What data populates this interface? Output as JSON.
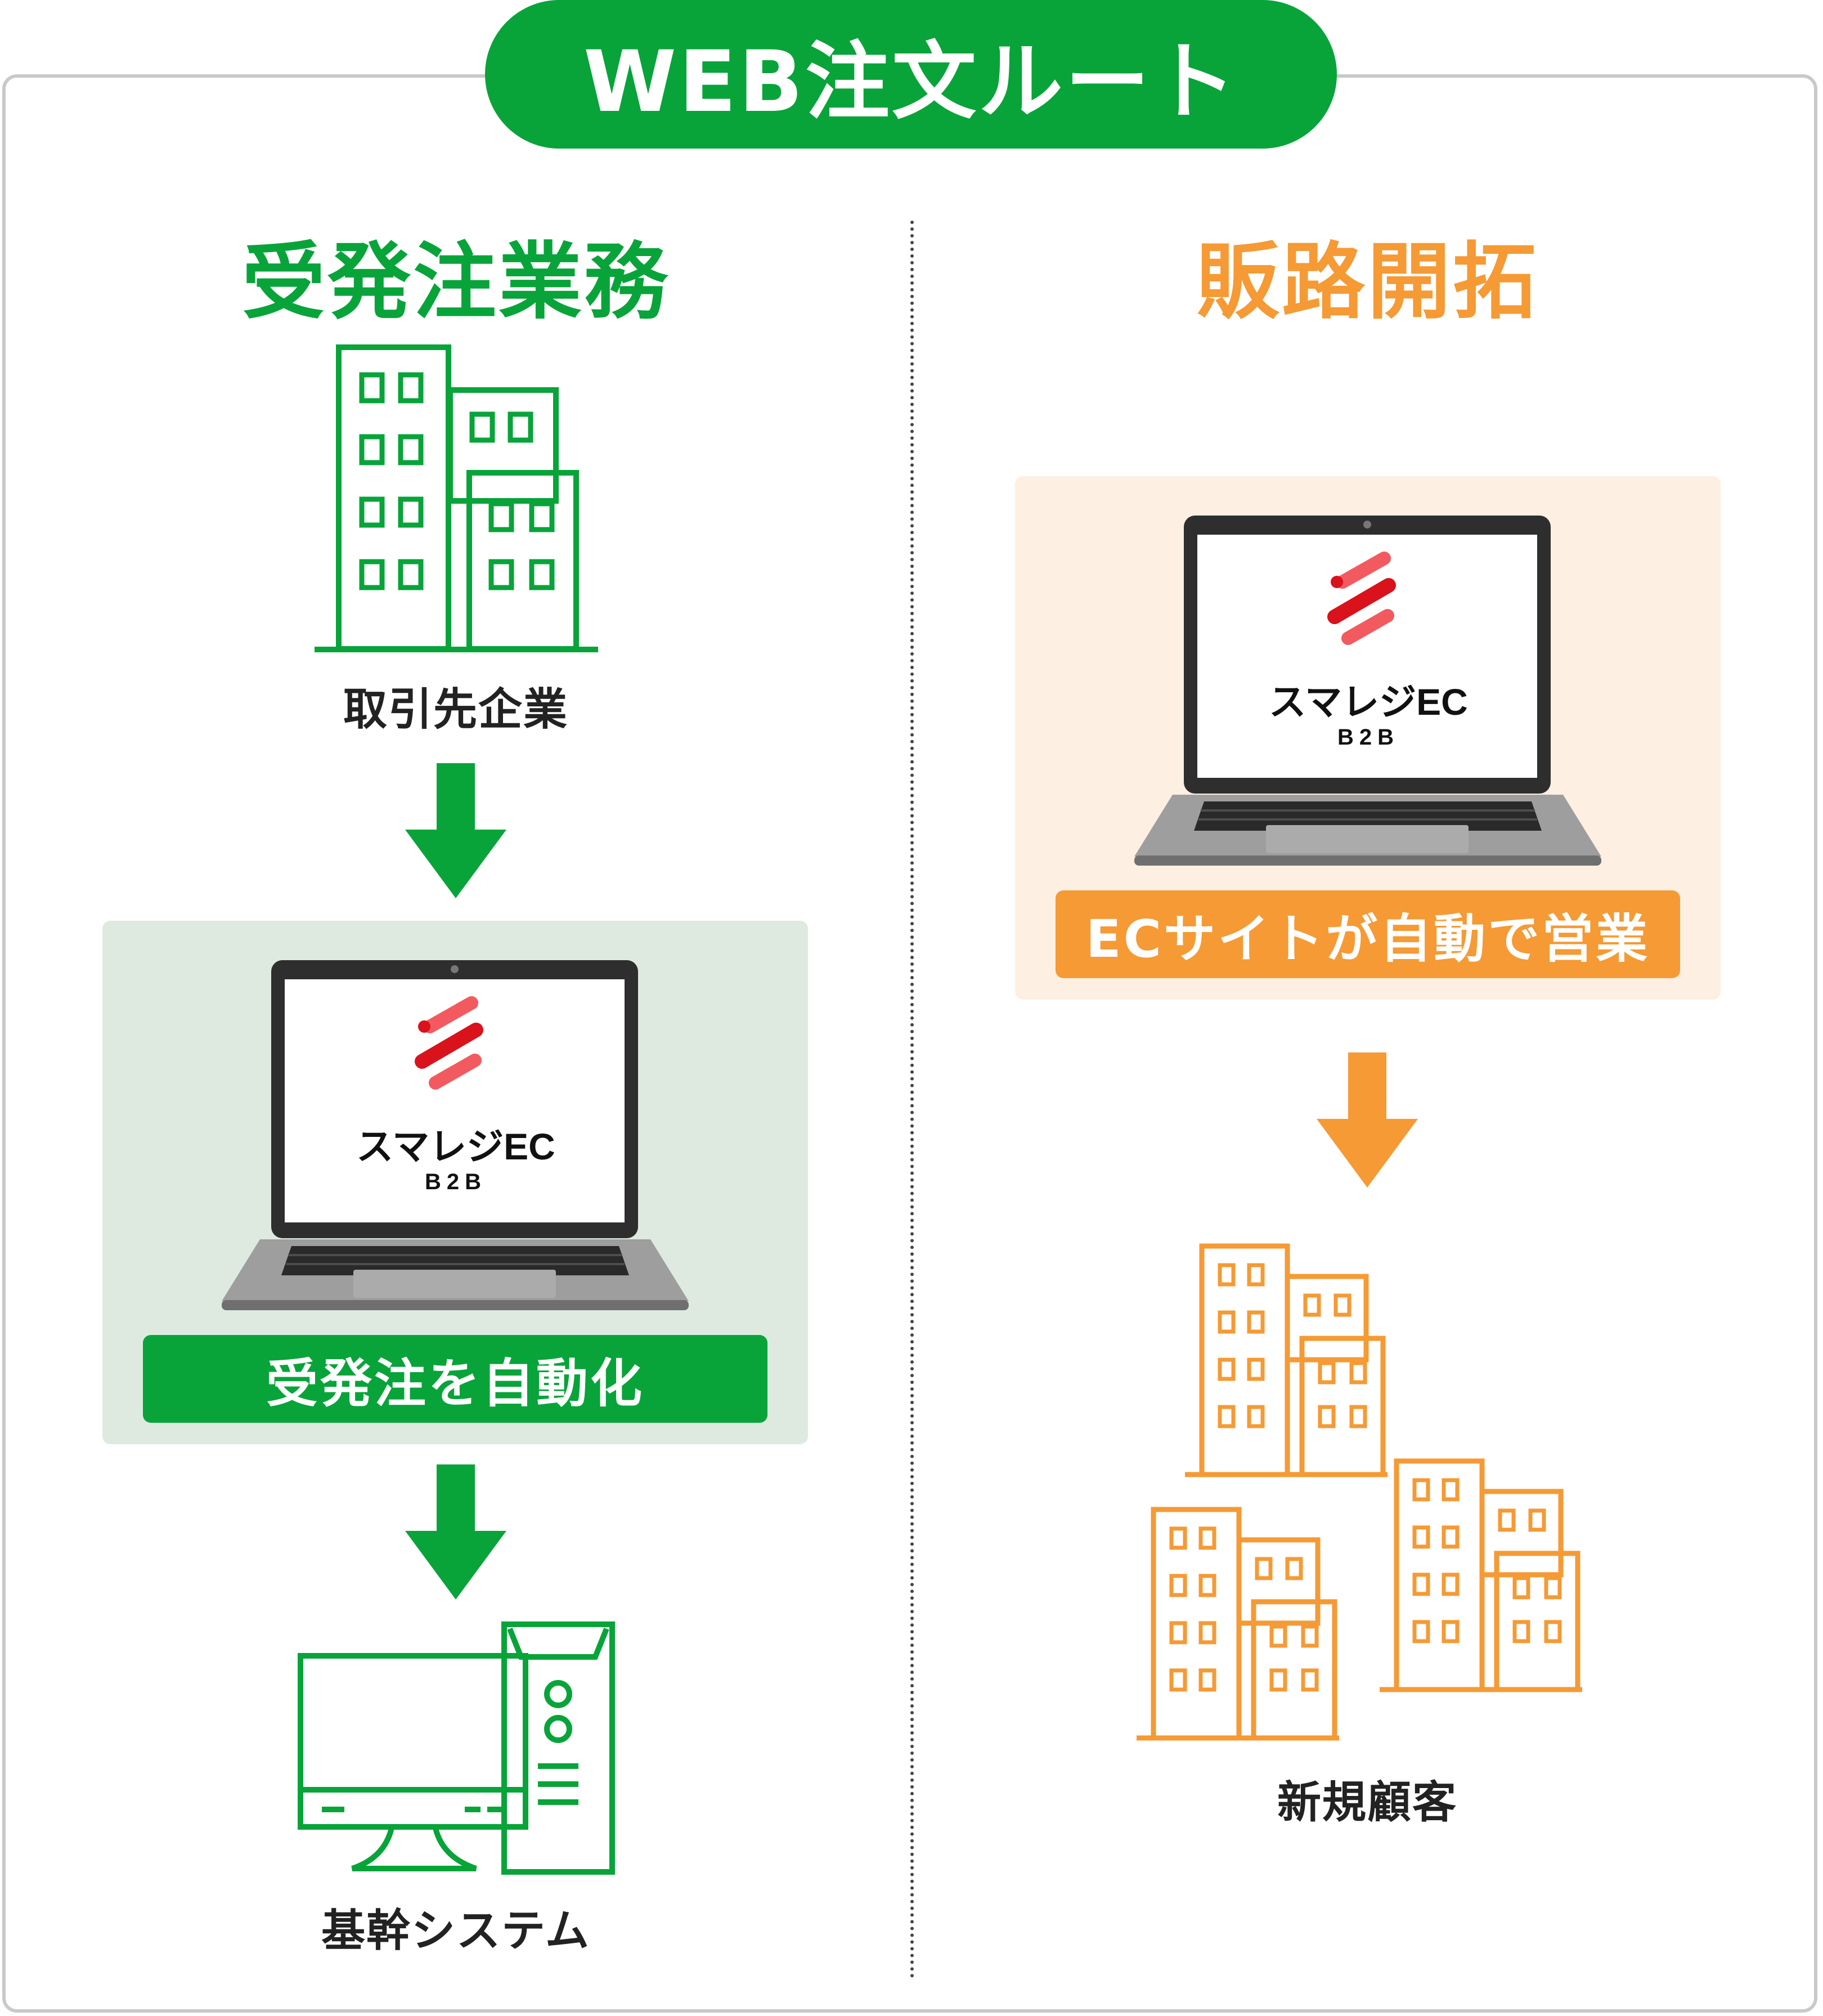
{
  "title": "WEB注文ルート",
  "left": {
    "heading": "受発注業務",
    "top_label": "取引先企業",
    "laptop": {
      "brand": "スマレジEC",
      "sub": "B2B"
    },
    "button_label": "受発注を自動化",
    "bottom_label": "基幹システム"
  },
  "right": {
    "heading": "販路開拓",
    "laptop": {
      "brand": "スマレジEC",
      "sub": "B2B"
    },
    "button_label": "ECサイトが自動で営業",
    "bottom_label": "新規顧客"
  },
  "colors": {
    "green": "#08a43a",
    "orange": "#f59a34",
    "green_panel": "#deeadf",
    "orange_panel": "#fdefe2",
    "logo_red": "#d9121b",
    "logo_pink": "#f25a5f"
  },
  "icons": {
    "building": "building-icon",
    "computer": "desktop-computer-icon",
    "laptop": "laptop-icon",
    "arrow": "arrow-down-icon",
    "buildings_group": "buildings-group-icon"
  }
}
